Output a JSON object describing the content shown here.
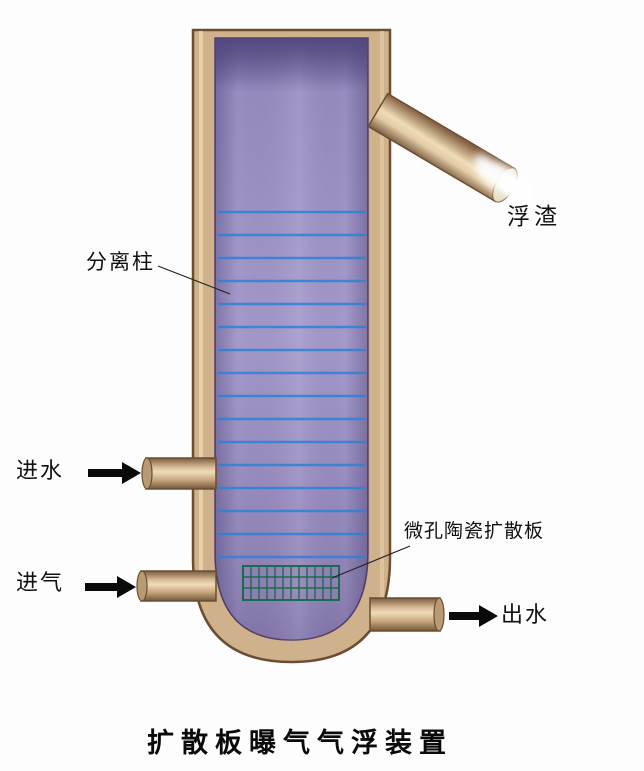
{
  "title": "扩散板曝气气浮装置",
  "labels": {
    "scum": "浮渣",
    "separation_column": "分离柱",
    "water_inlet": "进水",
    "air_inlet": "进气",
    "diffusion_plate": "微孔陶瓷扩散板",
    "water_outlet": "出水"
  },
  "colors": {
    "pipe_tan": "#cfb28b",
    "pipe_edge": "#6b4e31",
    "fluid_purple": "#9a8fc0",
    "line_blue": "#2f80d6",
    "grid_green": "#1d6b4e",
    "label_black": "#111111"
  }
}
